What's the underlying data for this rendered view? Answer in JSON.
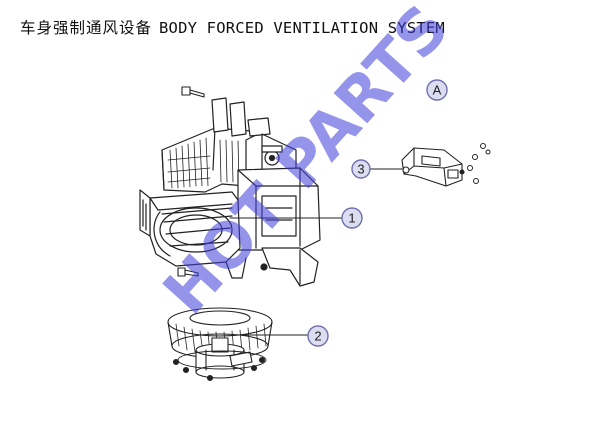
{
  "title": {
    "cn": "车身强制通风设备",
    "en": "BODY FORCED VENTILATION SYSTEM"
  },
  "callouts": [
    {
      "id": "1",
      "label": "1"
    },
    {
      "id": "2",
      "label": "2"
    },
    {
      "id": "3",
      "label": "3"
    },
    {
      "id": "A",
      "label": "A"
    }
  ],
  "watermark": {
    "text": "HOT PARTS",
    "color": "#3c3cd8"
  },
  "colors": {
    "line": "#222222",
    "callout_fill": "#d7d7ee",
    "callout_stroke": "#6f6fb0"
  }
}
